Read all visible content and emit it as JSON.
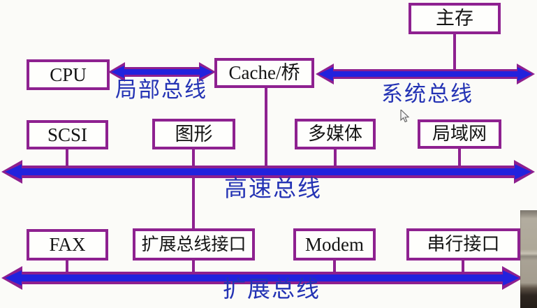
{
  "diagram": {
    "boxes": {
      "cpu": "CPU",
      "cache_bridge": "Cache/桥",
      "main_memory": "主存",
      "scsi": "SCSI",
      "graphics": "图形",
      "multimedia": "多媒体",
      "lan": "局域网",
      "fax": "FAX",
      "expansion_interface": "扩展总线接口",
      "modem": "Modem",
      "serial_interface": "串行接口"
    },
    "buses": {
      "local": "局部总线",
      "system": "系统总线",
      "high_speed": "高速总线",
      "expansion": "扩展总线"
    },
    "icons": {
      "cursor": "mouse-pointer-icon"
    },
    "colors": {
      "background": "#fbfbf8",
      "box_border": "#8e2190",
      "arrow_fill": "#2222dd",
      "arrow_outline": "#8e1f8e",
      "bus_label_text": "#2433b4",
      "box_text": "#141414"
    }
  }
}
